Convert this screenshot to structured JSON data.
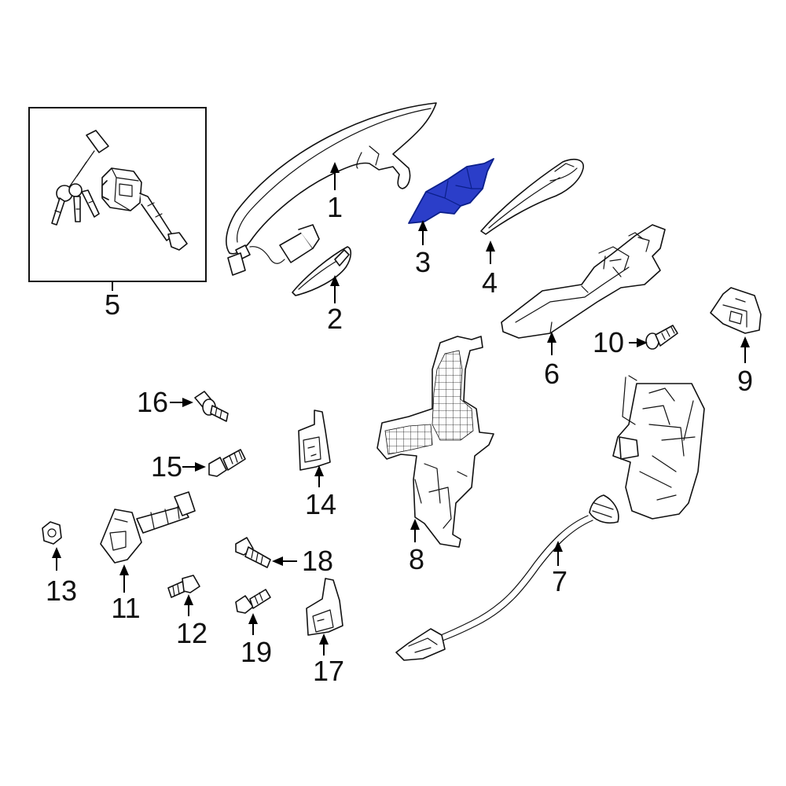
{
  "colors": {
    "background": "#ffffff",
    "line": "#111111",
    "highlight_fill": "#2b3ec9",
    "highlight_stroke": "#0b1f8a"
  },
  "highlighted_part": "3",
  "callouts": {
    "c1": "1",
    "c2": "2",
    "c3": "3",
    "c4": "4",
    "c5": "5",
    "c6": "6",
    "c7": "7",
    "c8": "8",
    "c9": "9",
    "c10": "10",
    "c11": "11",
    "c12": "12",
    "c13": "13",
    "c14": "14",
    "c15": "15",
    "c16": "16",
    "c17": "17",
    "c18": "18",
    "c19": "19"
  }
}
